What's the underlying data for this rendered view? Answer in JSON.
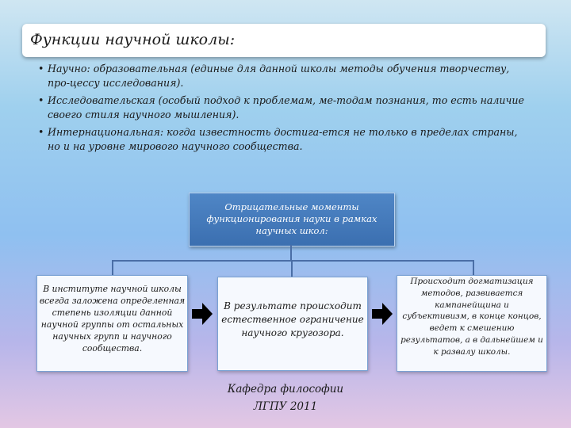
{
  "slide": {
    "title": "Функции научной школы:",
    "bullets": [
      {
        "line1": "Научно: образовательная (единые для данной школы методы обучения творчеству,",
        "line2": "про-цессу исследования)."
      },
      {
        "line1": "Исследовательская (особый подход к проблемам, ме-тодам познания, то есть наличие",
        "line2": "своего стиля научного мышления)."
      },
      {
        "line1": "Интернациональная: когда известность достига-ется не только в пределах страны,",
        "line2": "но и на уровне мирового научного сообщества."
      }
    ],
    "center_box": {
      "line1": "Отрицательные моменты",
      "line2": "функционирования науки в рамках",
      "line3": "научных школ:"
    },
    "box_left": {
      "line1": "В институте научной школы",
      "line2": "всегда заложена определенная",
      "line3": "степень изоляции данной",
      "line4": "научной группы от остальных",
      "line5": "научных групп и научного",
      "line6": "сообщества."
    },
    "box_middle": {
      "line1": "В результате происходит",
      "line2": "естественное ограничение",
      "line3": "научного кругозора."
    },
    "box_right": {
      "line1": "Происходит догматизация",
      "line2": "методов, развивается",
      "line3": "кампанейщина и",
      "line4": "субъективизм, в конце концов,",
      "line5": "ведет к смешению",
      "line6": "результатов, а в дальнейшем и",
      "line7": "к развалу школы."
    },
    "footer": {
      "line1": "Кафедра философии",
      "line2": "ЛГПУ 2011"
    }
  },
  "colors": {
    "center_box": "#3b6fb0",
    "connector": "#4a6ea6",
    "arrow": "#000000",
    "box_border": "#7aa2d4"
  },
  "icons": [
    "right-arrow-icon",
    "right-arrow-icon"
  ]
}
